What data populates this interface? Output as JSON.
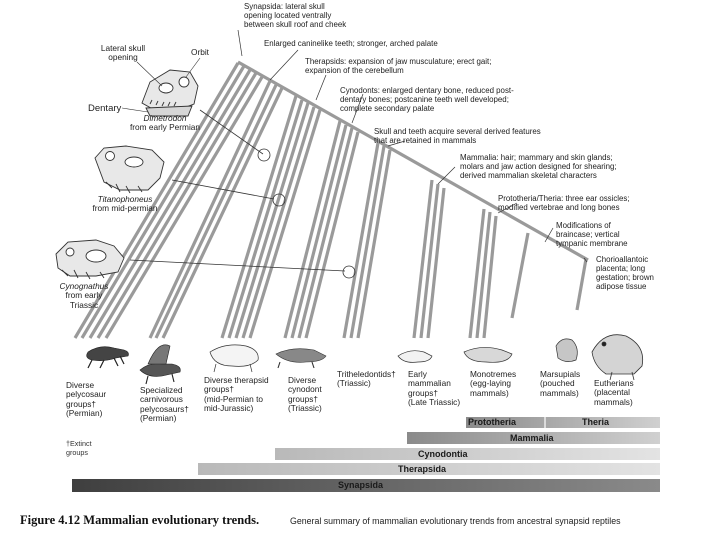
{
  "figure": {
    "caption_title": "Figure 4.12   Mammalian evolutionary trends.",
    "caption_text": "General summary of mammalian evolutionary trends from ancestral synapsid reptiles"
  },
  "trunk_annotations": [
    {
      "lines": [
        "Synapsida: lateral skull",
        "opening located ventrally",
        "between skull roof and cheek"
      ]
    },
    {
      "lines": [
        "Enlarged caninelike teeth; stronger, arched palate"
      ]
    },
    {
      "lines": [
        "Therapsids: expansion of jaw musculature; erect gait;",
        "expansion of the cerebellum"
      ]
    },
    {
      "lines": [
        "Cynodonts: enlarged dentary bone, reduced post-",
        "dentary bones; postcanine teeth well developed;",
        "complete secondary palate"
      ]
    },
    {
      "lines": [
        "Skull and teeth acquire several derived features",
        "that are retained in mammals"
      ]
    },
    {
      "lines": [
        "Mammalia: hair; mammary and skin glands;",
        "molars and jaw action designed for shearing;",
        "derived mammalian skeletal characters"
      ]
    },
    {
      "lines": [
        "Prototheria/Theria: three ear ossicles;",
        "modified vertebrae and long bones"
      ]
    },
    {
      "lines": [
        "Modifications of",
        "braincase; vertical",
        "tympanic membrane"
      ]
    },
    {
      "lines": [
        "Chorioallantoic",
        "placenta; long",
        "gestation; brown",
        "adipose tissue"
      ]
    }
  ],
  "skulls": [
    {
      "name_lines": [
        "Dimetrodon",
        "from early Permian"
      ],
      "labels": {
        "lateral": "Lateral skull\nopening",
        "orbit": "Orbit",
        "dentary": "Dentary"
      }
    },
    {
      "name_lines": [
        "Titanophoneus",
        "from mid-permian"
      ]
    },
    {
      "name_lines": [
        "Cynognathus",
        "from early",
        "Triassic"
      ]
    }
  ],
  "groups": [
    {
      "lines": [
        "Diverse",
        "pelycosaur",
        "groups†",
        "(Permian)"
      ]
    },
    {
      "lines": [
        "Specialized",
        "carnivorous",
        "pelycosaurs†",
        "(Permian)"
      ]
    },
    {
      "lines": [
        "Diverse therapsid",
        "groups†",
        "(mid-Permian to",
        "mid-Jurassic)"
      ]
    },
    {
      "lines": [
        "Diverse",
        "cynodont",
        "groups†",
        "(Triassic)"
      ]
    },
    {
      "lines": [
        "Tritheledontids†",
        "(Triassic)"
      ]
    },
    {
      "lines": [
        "Early",
        "mammalian",
        "groups†",
        "(Late Triassic)"
      ]
    },
    {
      "lines": [
        "Monotremes",
        "(egg-laying",
        "mammals)"
      ]
    },
    {
      "lines": [
        "Marsupials",
        "(pouched",
        "mammals)"
      ]
    },
    {
      "lines": [
        "Eutherians",
        "(placental",
        "mammals)"
      ]
    }
  ],
  "extinct_note": [
    "†Extinct",
    "groups"
  ],
  "bands": {
    "prototheria": "Prototheria",
    "theria": "Theria",
    "mammalia": "Mammalia",
    "cynodontia": "Cynodontia",
    "therapsida": "Therapsida",
    "synapsida": "Synapsida"
  },
  "colors": {
    "band_dark": "#5e5e5e",
    "band_mid": "#8c8c8c",
    "band_light": "#c9c9c9",
    "branch": "#9a9a9a"
  }
}
